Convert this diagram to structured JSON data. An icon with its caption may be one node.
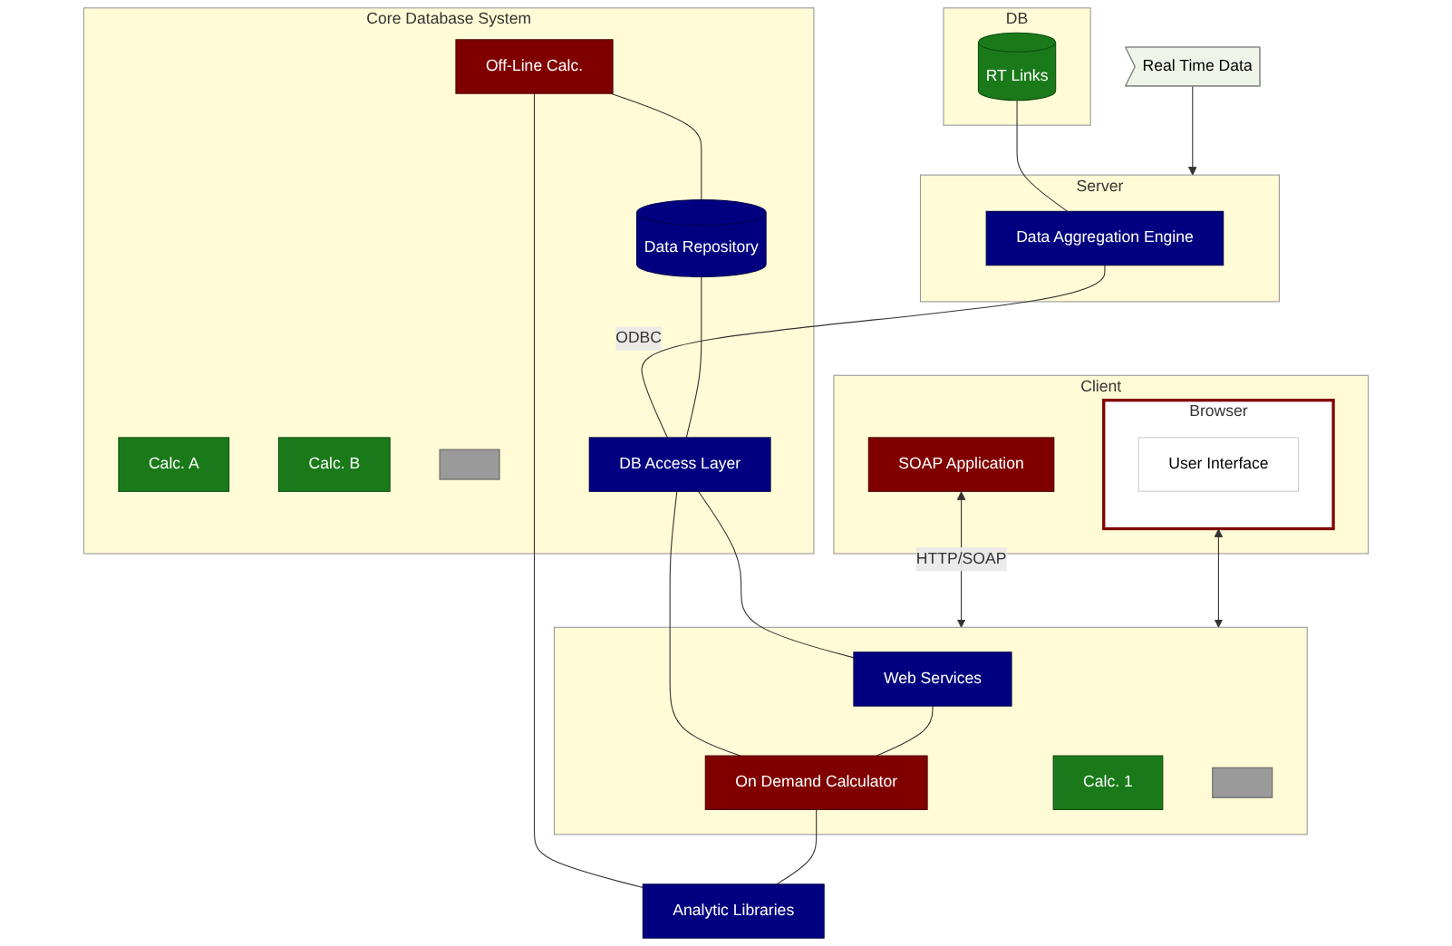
{
  "diagram": {
    "nodes": [
      {
        "text": [
          "Real Time Data"
        ]
      },
      {
        "text": [
          "Server"
        ]
      },
      {
        "text": [
          "Data Aggregation Engine"
        ],
        "in": 1
      },
      {
        "text": [
          "Client"
        ]
      },
      {
        "text": [
          "SOAP Application"
        ],
        "in": 3
      },
      {
        "text": [
          "Browser"
        ],
        "in": 3
      },
      {
        "text": [
          "User Interface"
        ],
        "in": 5
      },
      {
        "text": [
          "DB"
        ]
      },
      {
        "text": [
          "RT Links"
        ],
        "in": 7
      },
      {
        "text": [
          "Core Database System"
        ]
      },
      {
        "text": [
          "Calc. A"
        ],
        "in": 9
      },
      {
        "text": [
          "Calc. B"
        ],
        "in": 9
      },
      {
        "text": [],
        "shape": "box",
        "in": 9
      },
      {
        "text": [
          "Off-Line Calc."
        ],
        "in": 9
      },
      {
        "text": [
          "Data Repository"
        ],
        "in": 9
      },
      {
        "text": [
          "DB Access Layer"
        ],
        "in": 9
      },
      {
        "text": [],
        "shape": "box"
      },
      {
        "text": [
          "Web Services"
        ],
        "in": 16
      },
      {
        "text": [
          "On Demand Calculator"
        ],
        "in": 16
      },
      {
        "text": [
          "Calc. 1"
        ],
        "in": 16
      },
      {
        "text": [],
        "shape": "box",
        "in": 16
      },
      {
        "text": [
          "Analytic Libraries"
        ]
      }
    ],
    "edges": [
      {
        "from": 0,
        "to": 1,
        "arrow": "to"
      },
      {
        "from": 8,
        "to": 2,
        "arrow": "none"
      },
      {
        "from": 2,
        "to": 15,
        "arrow": "none",
        "label": "ODBC"
      },
      {
        "from": 4,
        "to": 16,
        "arrow": "both",
        "label": "HTTP/SOAP"
      },
      {
        "from": 5,
        "to": 16,
        "arrow": "both"
      },
      {
        "from": 13,
        "to": 14,
        "arrow": "none"
      },
      {
        "from": 14,
        "to": 15,
        "arrow": "none"
      },
      {
        "from": 15,
        "to": 17,
        "arrow": "none"
      },
      {
        "from": 15,
        "to": 18,
        "arrow": "none"
      },
      {
        "from": 17,
        "to": 18,
        "arrow": "none"
      },
      {
        "from": 13,
        "to": 21,
        "arrow": "none"
      },
      {
        "from": 18,
        "to": 21,
        "arrow": "none"
      }
    ]
  }
}
